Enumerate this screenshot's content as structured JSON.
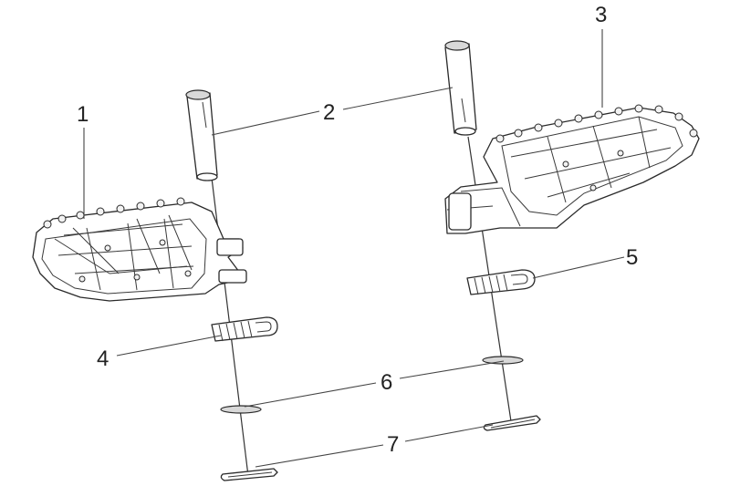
{
  "callouts": {
    "c1": "1",
    "c2": "2",
    "c3": "3",
    "c4": "4",
    "c5": "5",
    "c6": "6",
    "c7": "7"
  },
  "colors": {
    "line": "#2a2a2a",
    "background": "#ffffff"
  }
}
